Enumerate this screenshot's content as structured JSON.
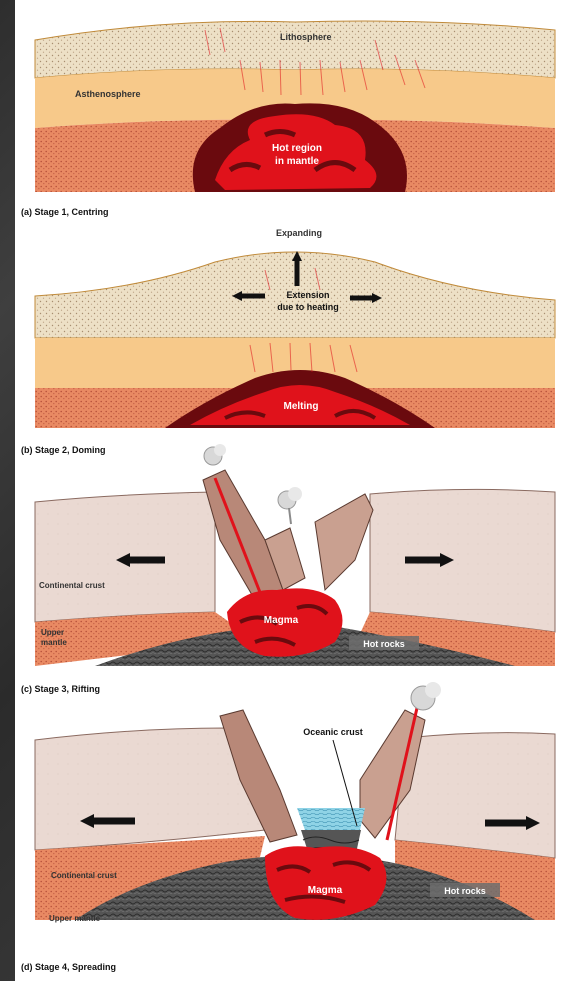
{
  "stage1": {
    "caption": "(a) Stage 1, Centring",
    "lithosphere": "Lithosphere",
    "asthenosphere": "Asthenosphere",
    "hot_region_line1": "Hot region",
    "hot_region_line2": "in mantle"
  },
  "stage2": {
    "caption": "(b) Stage 2, Doming",
    "expanding": "Expanding",
    "extension_line1": "Extension",
    "extension_line2": "due to heating",
    "melting": "Melting"
  },
  "stage3": {
    "caption": "(c) Stage 3, Rifting",
    "continental_crust": "Continental crust",
    "upper_mantle_line1": "Upper",
    "upper_mantle_line2": "mantle",
    "magma": "Magma",
    "hot_rocks": "Hot rocks"
  },
  "stage4": {
    "caption": "(d) Stage 4, Spreading",
    "oceanic_crust": "Oceanic crust",
    "continental_crust": "Continental crust",
    "upper_mantle": "Upper mantle",
    "magma": "Magma",
    "hot_rocks": "Hot rocks"
  },
  "colors": {
    "lithosphere": "#ede0c6",
    "asthenosphere": "#f7c98a",
    "mantle": "#e98a63",
    "magma": "#e0121b",
    "magma_dark": "#6a0a0e",
    "crust": "#ead9d2",
    "hot_rocks": "#5a5a5a",
    "water": "#8fd3e6"
  }
}
